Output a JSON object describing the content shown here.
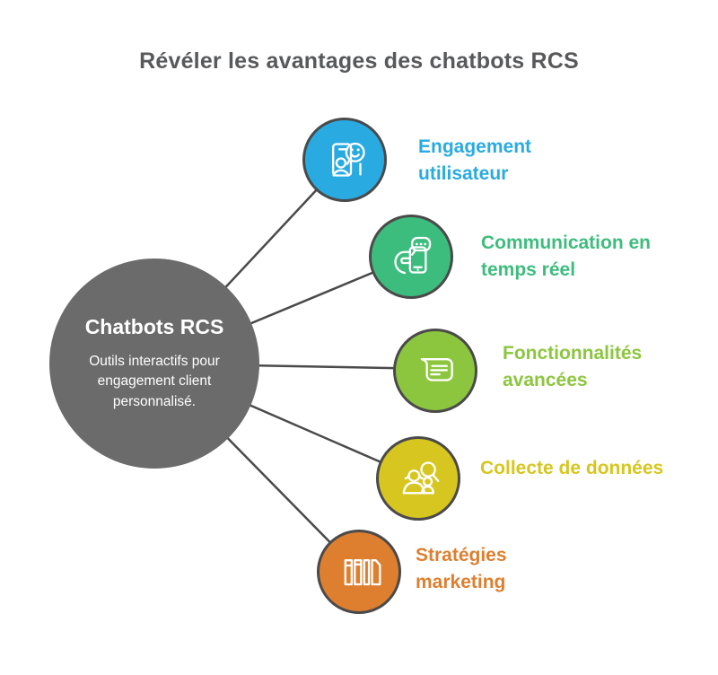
{
  "title": {
    "text": "Révéler les avantages des chatbots RCS",
    "color": "#58595b"
  },
  "center_node": {
    "title": "Chatbots RCS",
    "description": "Outils interactifs pour engagement client personnalisé.",
    "color": "#6b6b6b",
    "text_color": "#ffffff"
  },
  "connector_color": "#4a4a4a",
  "branches": [
    {
      "label": "Engagement utilisateur",
      "color": "#29abe2",
      "icon": "phone-user-smiley-icon"
    },
    {
      "label": "Communication en temps réel",
      "color": "#3dbd7d",
      "icon": "hand-phone-chat-icon"
    },
    {
      "label": "Fonctionnalités avancées",
      "color": "#8cc63f",
      "icon": "chat-bubble-lines-icon"
    },
    {
      "label": "Collecte de données",
      "color": "#d7c61f",
      "icon": "people-magnifier-icon"
    },
    {
      "label": "Stratégies marketing",
      "color": "#dd7f2f",
      "icon": "bar-chart-page-icon"
    }
  ]
}
